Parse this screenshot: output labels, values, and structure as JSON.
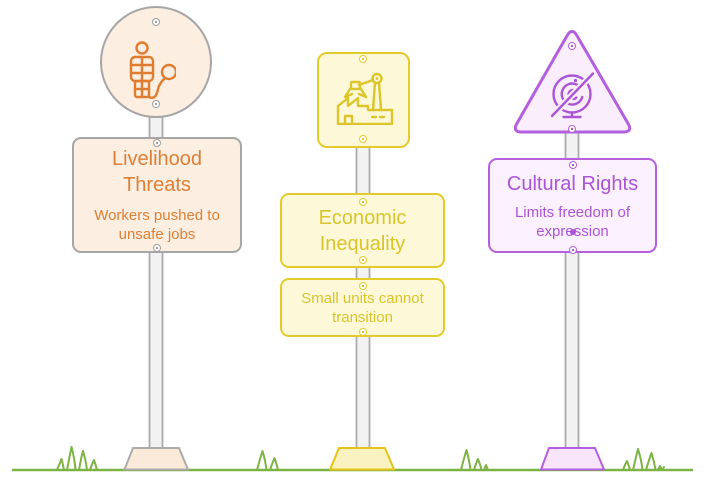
{
  "diagram_type": "three-signpost-infographic",
  "signposts": [
    {
      "name": "livelihood-threats",
      "topper_shape": "circle",
      "icon": "prisoner-ball-and-chain-icon",
      "title": "Livelihood Threats",
      "subtitle": "Workers pushed to unsafe jobs",
      "accent_color": "#DE7F35",
      "border_color": "#A6A6A6",
      "fill_color": "#FCEEE0"
    },
    {
      "name": "economic-inequality",
      "topper_shape": "square",
      "icon": "factory-crane-claw-icon",
      "title": "Economic Inequality",
      "subtitle": "Small units cannot transition",
      "accent_color": "#D9C42C",
      "border_color": "#E2CB2A",
      "fill_color": "#FCF8D8"
    },
    {
      "name": "cultural-rights",
      "topper_shape": "triangle",
      "icon": "microphone-slash-icon",
      "title": "Cultural Rights",
      "subtitle": "Limits freedom of expression",
      "accent_color": "#AB55D6",
      "border_color": "#B35FE0",
      "fill_color": "#FBF0FD"
    }
  ],
  "scene": {
    "grass_color": "#7CB342",
    "pole_fill": "#F2F2F2",
    "pole_border": "#ABABAB",
    "background": "#FFFFFF"
  }
}
